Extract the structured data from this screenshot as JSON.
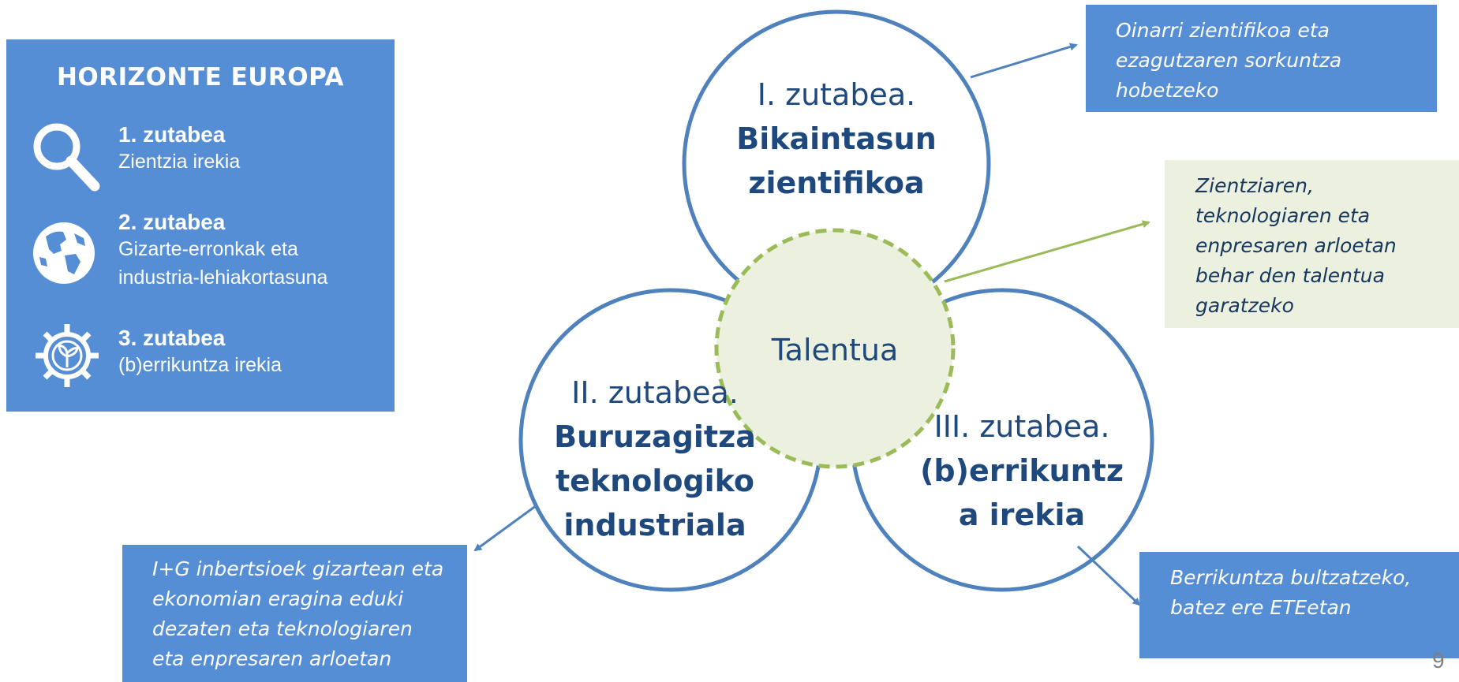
{
  "panel": {
    "title": "HORIZONTE EUROPA",
    "pillars": [
      {
        "title": "1. zutabea",
        "desc": [
          "Zientzia irekia"
        ],
        "icon": "magnifier-icon"
      },
      {
        "title": "2. zutabea",
        "desc": [
          "Gizarte-erronkak eta",
          "industria-lehiakortasuna"
        ],
        "icon": "globe-icon"
      },
      {
        "title": "3. zutabea",
        "desc": [
          "(b)errikuntza irekia"
        ],
        "icon": "gear-plant-icon"
      }
    ]
  },
  "circles": {
    "c1": {
      "line1": "I. zutabea.",
      "bold": [
        "Bikaintasun",
        "zientifikoa"
      ]
    },
    "c2": {
      "line1": "II. zutabea.",
      "bold": [
        "Buruzagitza",
        "teknologiko",
        "industriala"
      ]
    },
    "c3": {
      "line1": "III. zutabea.",
      "bold": [
        "(b)errikuntz",
        "a irekia"
      ]
    },
    "center": "Talentua"
  },
  "boxes": {
    "top_right": [
      "Oinarri zientifikoa eta",
      "ezagutzaren sorkuntza",
      "hobetzeko"
    ],
    "mid_right": [
      "Zientziaren,",
      "teknologiaren  eta",
      "enpresaren arloetan",
      "behar den talentua",
      "garatzeko"
    ],
    "bottom_left": [
      "I+G inbertsioek gizartean eta",
      "ekonomian eragina eduki",
      "dezaten eta teknologiaren",
      "eta enpresaren arloetan"
    ],
    "bottom_right": [
      "Berrikuntza bultzatzeko,",
      "batez ere ETEetan"
    ]
  },
  "page_number": "9",
  "colors": {
    "panel_blue": "#558ed5",
    "circle_stroke": "#4f81bd",
    "dash_green": "#9bbb59",
    "center_fill": "#ebf1de",
    "text_navy": "#1f497d"
  }
}
